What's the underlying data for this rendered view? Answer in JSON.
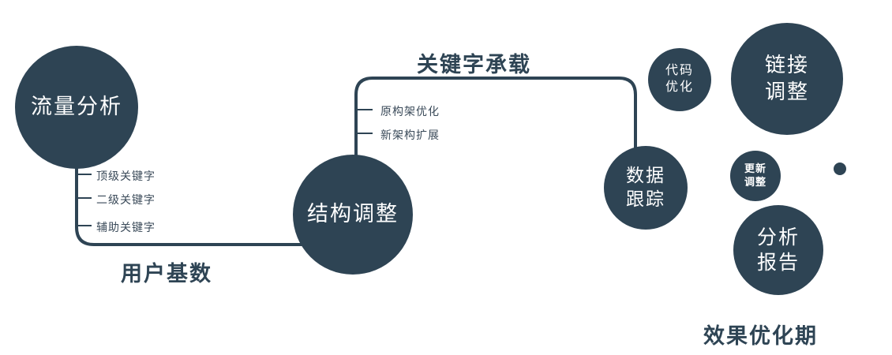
{
  "colors": {
    "node": "#2e4454",
    "node_text": "#ffffff",
    "edge_label": "#2e4454",
    "branch_label": "#3a4a59"
  },
  "nodes": {
    "traffic_analysis": {
      "label": "流量分析"
    },
    "structure_adjust": {
      "label": "结构调整"
    },
    "data_tracking": {
      "line1": "数据",
      "line2": "跟踪"
    },
    "code_optimize": {
      "line1": "代码",
      "line2": "优化"
    },
    "link_adjust": {
      "line1": "链接",
      "line2": "调整"
    },
    "update_adjust": {
      "line1": "更新",
      "line2": "调整"
    },
    "analysis_report": {
      "line1": "分析",
      "line2": "报告"
    }
  },
  "edge_labels": {
    "user_base": "用户基数",
    "keyword_carry": "关键字承载"
  },
  "branches": {
    "traffic": {
      "items": [
        "顶级关键字",
        "二级关键字",
        "辅助关键字"
      ]
    },
    "structure": {
      "items": [
        "原构架优化",
        "新架构扩展"
      ]
    }
  },
  "caption": {
    "phase": "效果优化期"
  }
}
